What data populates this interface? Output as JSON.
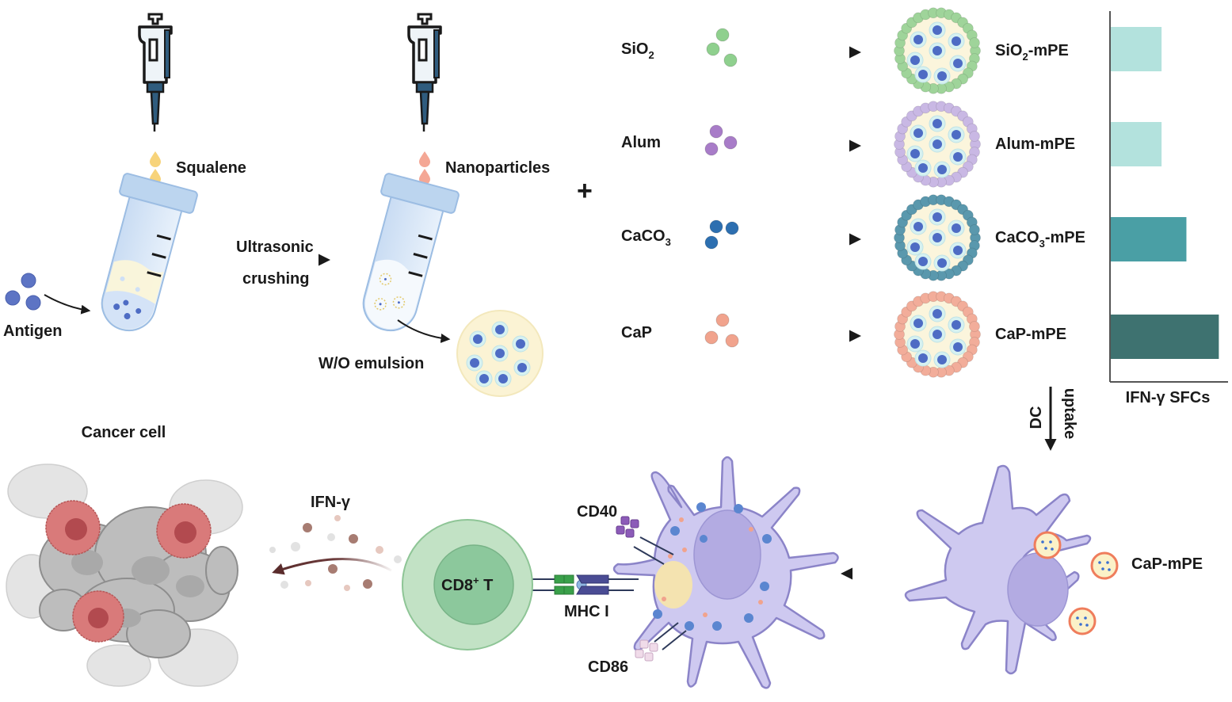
{
  "labels": {
    "squalene": "Squalene",
    "antigen": "Antigen",
    "ultrasonic": "Ultrasonic",
    "crushing": "crushing",
    "nanoparticles": "Nanoparticles",
    "wo_emulsion": "W/O emulsion",
    "plus": "+",
    "dc": "DC",
    "uptake": "uptake",
    "cancer_cell": "Cancer cell",
    "ifn_gamma": "IFN-γ",
    "cd8_main": "CD8",
    "cd8_sup": "+",
    "cd8_tail": " T",
    "cd40": "CD40",
    "mhc": "MHC I",
    "cd86": "CD86",
    "dc_cap_mpe": "CaP-mPE"
  },
  "materials": [
    {
      "name": "SiO",
      "sub": "2",
      "product": "SiO",
      "product_sub": "2",
      "product_tail": "-mPE",
      "color": "#8fd08e",
      "shell": "#9fd49a"
    },
    {
      "name": "Alum",
      "sub": "",
      "product": "Alum-mPE",
      "product_sub": "",
      "product_tail": "",
      "color": "#a87cc8",
      "shell": "#c9b8e4"
    },
    {
      "name": "CaCO",
      "sub": "3",
      "product": "CaCO",
      "product_sub": "3",
      "product_tail": "-mPE",
      "color": "#2d6fb0",
      "shell": "#5a98ad"
    },
    {
      "name": "CaP",
      "sub": "",
      "product": "CaP-mPE",
      "product_sub": "",
      "product_tail": "",
      "color": "#f1a38d",
      "shell": "#f2ad9a"
    }
  ],
  "chart_data": {
    "type": "bar",
    "orientation": "horizontal",
    "title": "",
    "xlabel": "IFN-γ SFCs",
    "ylabel": "",
    "categories": [
      "SiO2-mPE",
      "Alum-mPE",
      "CaCO3-mPE",
      "CaP-mPE"
    ],
    "values": [
      47,
      47,
      70,
      100
    ],
    "value_units": "relative (no numeric axis shown)",
    "colors": [
      "#b3e2dd",
      "#b3e2dd",
      "#4a9fa5",
      "#3e7270"
    ],
    "xlim": [
      0,
      110
    ],
    "grid": false,
    "legend": "none"
  }
}
